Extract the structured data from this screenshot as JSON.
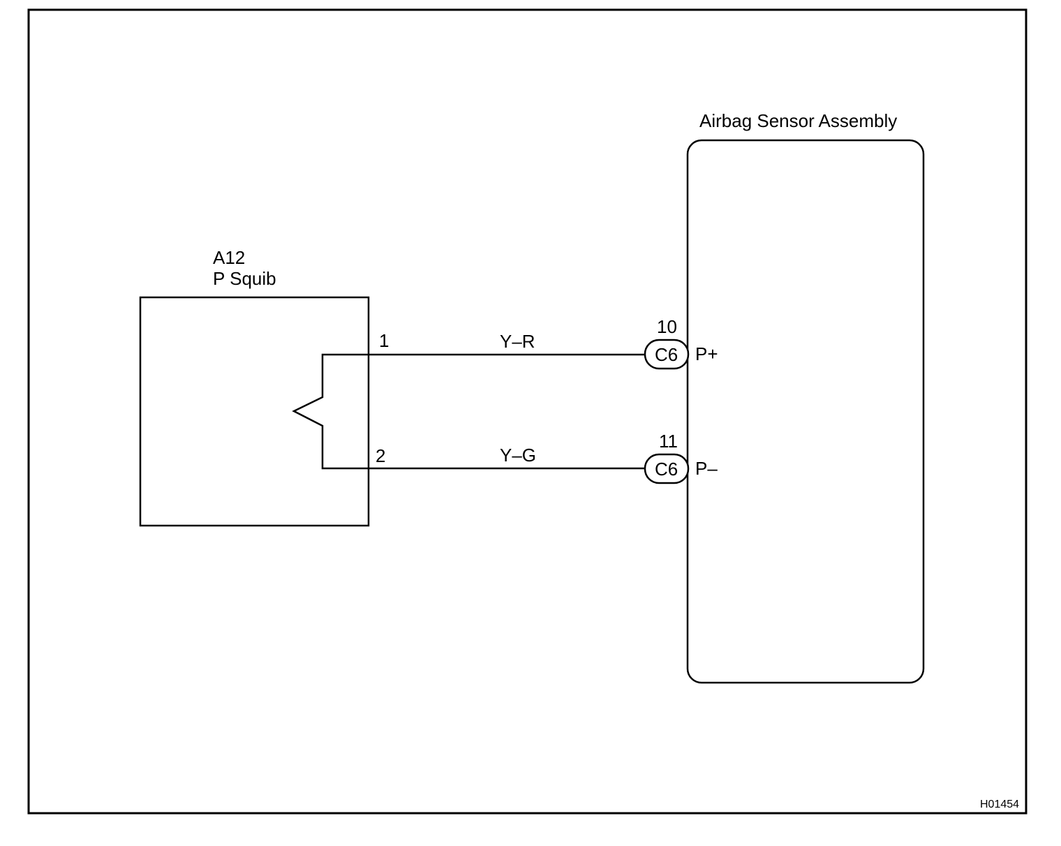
{
  "squib": {
    "code": "A12",
    "name": "P Squib",
    "pins": [
      "1",
      "2"
    ]
  },
  "sensor": {
    "name": "Airbag Sensor Assembly"
  },
  "wires": [
    {
      "pin": "1",
      "color": "Y–R",
      "connector": "C6",
      "terminal_no": "10",
      "terminal": "P+"
    },
    {
      "pin": "2",
      "color": "Y–G",
      "connector": "C6",
      "terminal_no": "11",
      "terminal": "P–"
    }
  ],
  "diagram_code": "H01454"
}
